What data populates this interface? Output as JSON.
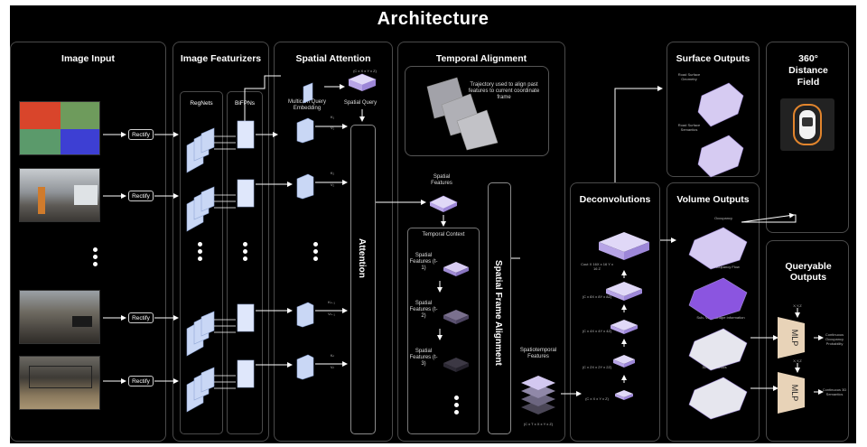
{
  "title": "Architecture",
  "panels": {
    "image_input": "Image Input",
    "image_featurizers": "Image Featurizers",
    "spatial_attention": "Spatial Attention",
    "temporal_alignment": "Temporal Alignment",
    "deconvolutions": "Deconvolutions",
    "surface_outputs": "Surface Outputs",
    "distance_field": "360° Distance Field",
    "volume_outputs": "Volume Outputs",
    "queryable_outputs": "Queryable Outputs"
  },
  "rectify_label": "Rectify",
  "featurizers": {
    "regnets": "RegNets",
    "bifpns": "BiFPNs"
  },
  "spatial": {
    "embedding": "Multicam Query Embedding",
    "query_dims": "(C x X x Y x Z)",
    "query": "Spatial Query",
    "k": "K₁",
    "v": "V₁",
    "k2": "K₂",
    "v2": "V₂",
    "kn1": "Kₙ₋₁",
    "vn1": "Vₙ₋₁",
    "kn": "Kₙ",
    "vn": "Vₙ",
    "attention": "Attention"
  },
  "temporal": {
    "trajectory_text": "Trajectory used to align past features to current coordinate frame",
    "spatial_features": "Spatial Features",
    "temporal_context": "Temporal Context",
    "t1": "Spatial Features (t-1)",
    "t2": "Spatial Features (t-2)",
    "t3": "Spatial Features (t-3)",
    "frame_alignment": "Spatial Frame Alignment",
    "spatiotemporal": "Spatiotemporal Features",
    "spatiotemporal_dims": "(C x T x X x Y x Z)"
  },
  "deconv_dims": [
    "Cout X 16X x 16 Y x 16 Z",
    "(C x 8X x 8Y x 8Z)",
    "(C x 4X x 4Y x 4Z)",
    "(C x 2X x 2Y x 2Z)",
    "(C x X x Y x Z)"
  ],
  "surface_labels": [
    "Road Surface Geometry",
    "Road Surface Semantics"
  ],
  "volume_labels": [
    "Occupancy",
    "Occupancy Flow",
    "Sub- Voxel Shape Information",
    "3D - Semantics"
  ],
  "queryable": {
    "mlp": "MLP",
    "xyz": "X,Y,Z",
    "out1": "Continuous Occupancy Probability",
    "out2": "Continuous 3D Semantics"
  },
  "colors": {
    "background": "#000000",
    "panel_border": "#4a4a4a",
    "feature_blue": "#c9d7f5",
    "feature_purple": "#b7a4e6",
    "mlp_tan": "#e8d3b8"
  }
}
